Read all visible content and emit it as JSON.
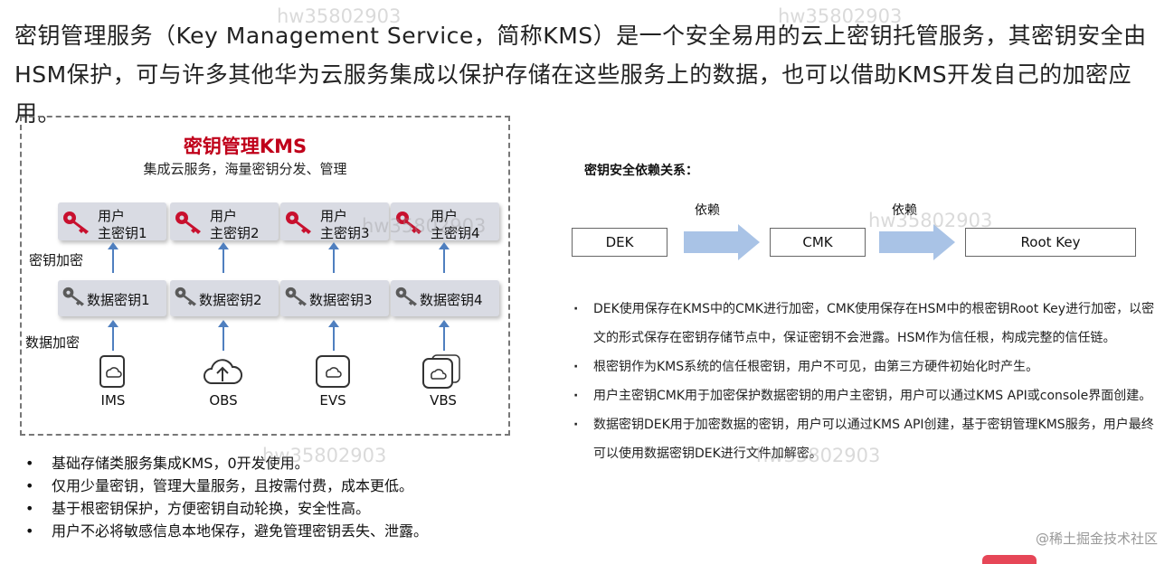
{
  "intro_text": "密钥管理服务（Key Management Service，简称KMS）是一个安全易用的云上密钥托管服务，其密钥安全由HSM保护，可与许多其他华为云服务集成以保护存储在这些服务上的数据，也可以借助KMS开发自己的加密应用。",
  "kms_diagram": {
    "title": "密钥管理KMS",
    "subtitle": "集成云服务，海量密钥分发、管理",
    "user_key_label": "用户",
    "user_keys": [
      "主密钥1",
      "主密钥2",
      "主密钥3",
      "主密钥4"
    ],
    "data_keys": [
      "数据密钥1",
      "数据密钥2",
      "数据密钥3",
      "数据密钥4"
    ],
    "key_encrypt_label": "密钥加密",
    "data_encrypt_label": "数据加密",
    "services": [
      "IMS",
      "OBS",
      "EVS",
      "VBS"
    ],
    "key_color_user": "#c8102e",
    "key_color_data": "#5a5a5a"
  },
  "left_bullets": [
    "基础存储类服务集成KMS，0开发使用。",
    "仅用少量密钥，管理大量服务，且按需付费，成本更低。",
    "基于根密钥保护，方便密钥自动轮换，安全性高。",
    "用户不必将敏感信息本地保存，避免管理密钥丢失、泄露。"
  ],
  "dependency": {
    "title": "密钥安全依赖关系：",
    "boxes": [
      "DEK",
      "CMK",
      "Root Key"
    ],
    "arrow_labels": [
      "依赖",
      "依赖"
    ],
    "arrow_color": "#a9c3e6"
  },
  "right_bullets": [
    "DEK使用保存在KMS中的CMK进行加密，CMK使用保存在HSM中的根密钥Root Key进行加密，以密文的形式保存在密钥存储节点中，保证密钥不会泄露。HSM作为信任根，构成完整的信任链。",
    "根密钥作为KMS系统的信任根密钥，用户不可见，由第三方硬件初始化时产生。",
    "用户主密钥CMK用于加密保护数据密钥的用户主密钥，用户可以通过KMS API或console界面创建。",
    "数据密钥DEK用于加密数据的密钥，用户可以通过KMS API创建，基于密钥管理KMS服务，用户最终可以使用数据密钥DEK进行文件加解密。"
  ],
  "watermark_text": "hw35802903",
  "footer_brand": "@稀土掘金技术社区"
}
